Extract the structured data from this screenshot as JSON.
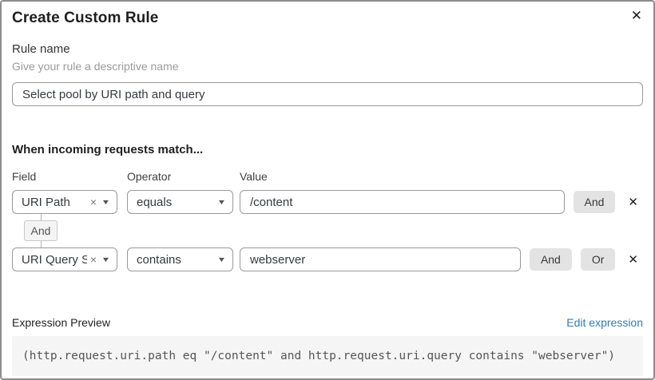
{
  "dialog": {
    "title": "Create Custom Rule"
  },
  "icons": {
    "close": "✕",
    "clear": "×",
    "caret": "▼",
    "remove": "✕"
  },
  "rule_name": {
    "label": "Rule name",
    "helper": "Give your rule a descriptive name",
    "value": "Select pool by URI path and query"
  },
  "match": {
    "heading": "When incoming requests match...",
    "columns": {
      "field": "Field",
      "operator": "Operator",
      "value": "Value"
    },
    "connector_label": "And",
    "rows": [
      {
        "field": "URI Path",
        "operator": "equals",
        "value": "/content",
        "buttons": [
          "And"
        ]
      },
      {
        "field": "URI Query St...",
        "operator": "contains",
        "value": "webserver",
        "buttons": [
          "And",
          "Or"
        ]
      }
    ]
  },
  "expression": {
    "label": "Expression Preview",
    "edit_link": "Edit expression",
    "code": "(http.request.uri.path eq \"/content\" and http.request.uri.query contains \"webserver\")"
  },
  "colors": {
    "link_blue": "#2f7cb6",
    "button_gray": "#e3e3e3",
    "code_bg": "#f5f5f6",
    "border_gray": "#9a9a9a"
  }
}
